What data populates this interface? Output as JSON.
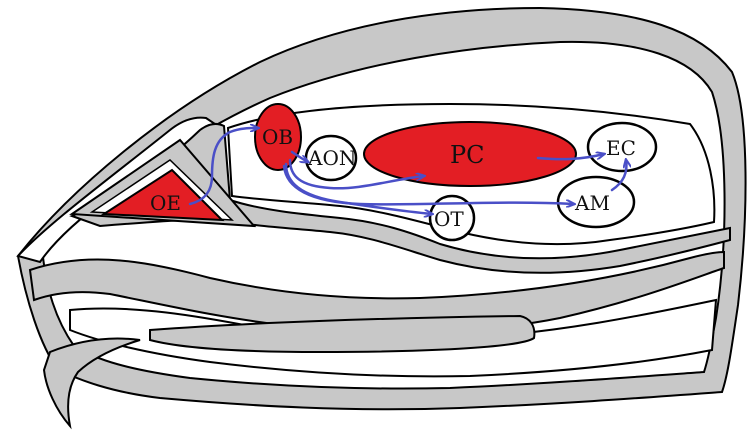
{
  "diagram": {
    "colors": {
      "tissue": "#c8c8c8",
      "outline": "#000000",
      "region_fill": "#e31e24",
      "node_fill": "#ffffff",
      "pathway": "#4a4fc7"
    },
    "labels": {
      "oe": "OE",
      "ob": "OB",
      "aon": "AON",
      "pc": "PC",
      "ec": "EC",
      "am": "AM",
      "ot": "OT"
    }
  }
}
